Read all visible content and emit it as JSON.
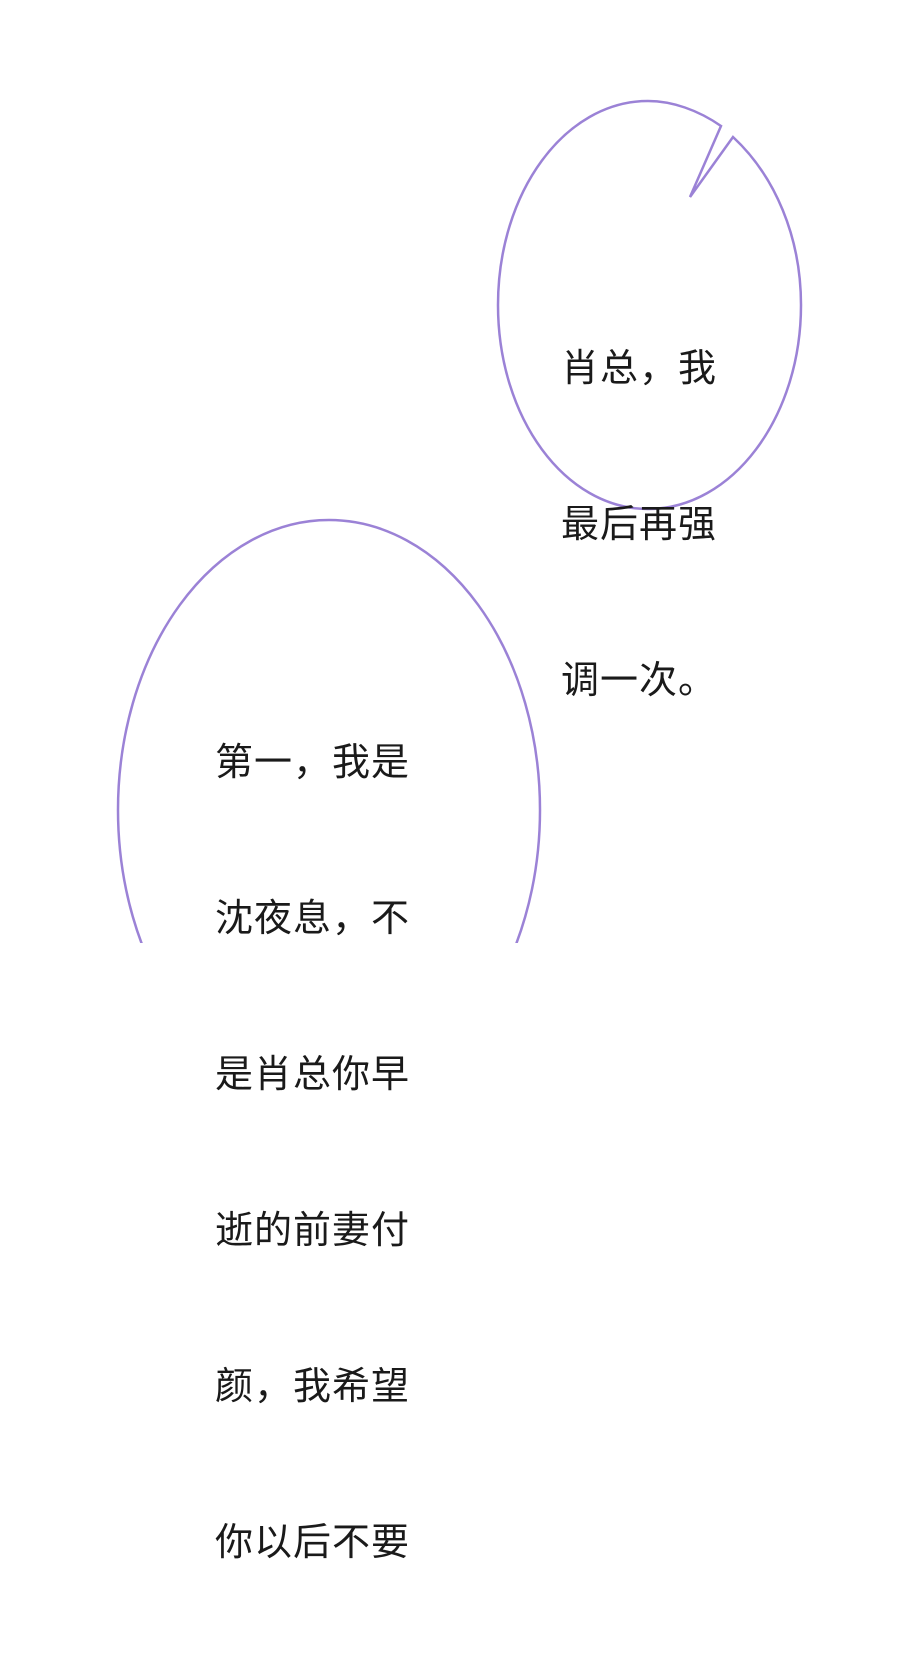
{
  "panel": {
    "background": "#ffffff",
    "bubble_stroke_color": "#9b82d6",
    "text_color": "#1a1a1a"
  },
  "bubbles": [
    {
      "id": "top-right",
      "shape": "oval-with-tail",
      "lines": [
        "肖总，我",
        "最后再强",
        "调一次。"
      ]
    },
    {
      "id": "bottom-left",
      "shape": "oval",
      "lines": [
        "第一，我是",
        "沈夜息，不",
        "是肖总你早",
        "逝的前妻付",
        "颜，我希望",
        "你以后不要"
      ]
    }
  ]
}
